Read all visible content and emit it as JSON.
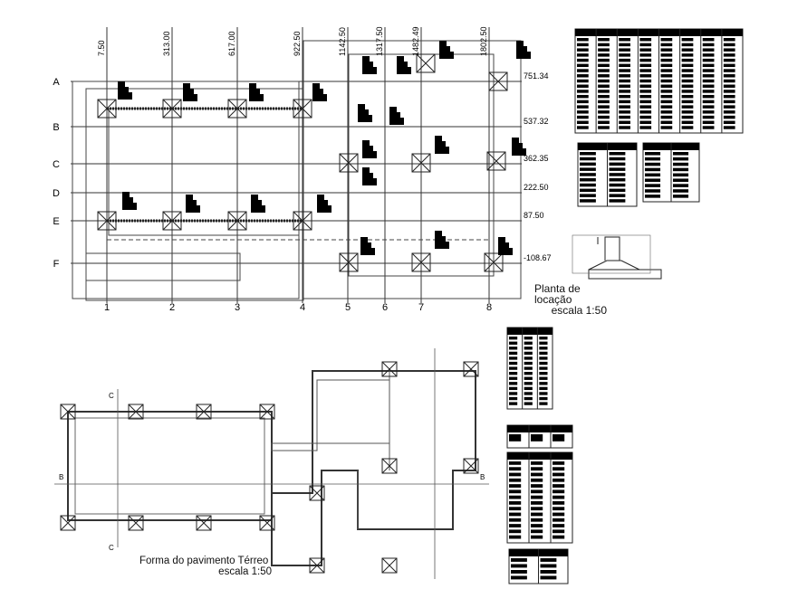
{
  "top_plan": {
    "title": "Planta de locação",
    "scale": "escala 1:50",
    "row_axes": [
      "A",
      "B",
      "C",
      "D",
      "E",
      "F"
    ],
    "column_axes": [
      "1",
      "2",
      "3",
      "4",
      "5",
      "6",
      "7",
      "8"
    ],
    "column_offsets": [
      "7.50",
      "313.00",
      "617.00",
      "922.50",
      "1142.50",
      "1317.50",
      "1482.49",
      "1802.50"
    ],
    "row_offsets": [
      "751.34",
      "537.32",
      "362.35",
      "222.50",
      "87.50",
      "-108.67"
    ]
  },
  "bottom_plan": {
    "title": "Forma do pavimento Térreo",
    "scale": "escala 1:50",
    "section_marks": [
      "B",
      "B",
      "C",
      "C"
    ]
  }
}
